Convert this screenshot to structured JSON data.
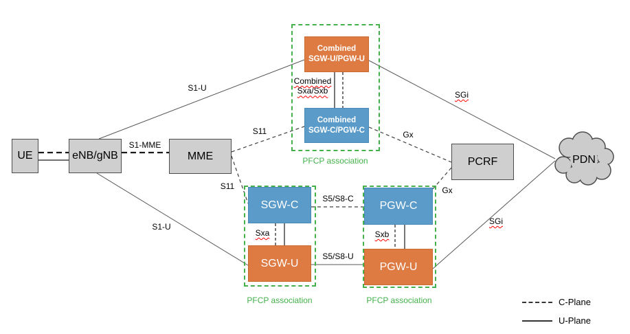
{
  "nodes": {
    "ue": "UE",
    "enb": "eNB/gNB",
    "mme": "MME",
    "combined_u": [
      "Combined",
      "SGW-U/PGW-U"
    ],
    "combined_c": [
      "Combined",
      "SGW-C/PGW-C"
    ],
    "sgw_c": "SGW-C",
    "sgw_u": "SGW-U",
    "pgw_c": "PGW-C",
    "pgw_u": "PGW-U",
    "pcrf": "PCRF",
    "pdn": "PDN"
  },
  "interfaces": {
    "s1_mme": "S1-MME",
    "s1_u_top": "S1-U",
    "s1_u_bottom": "S1-U",
    "s11_top": "S11",
    "s11_bottom": "S11",
    "combined_sx_line1": "Combined",
    "combined_sx_line2": "Sxa/Sxb",
    "sxa": "Sxa",
    "sxb": "Sxb",
    "s5_s8_c": "S5/S8-C",
    "s5_s8_u": "S5/S8-U",
    "gx_top": "Gx",
    "gx_bottom": "Gx",
    "sgi_top": "SGi",
    "sgi_bottom": "SGi"
  },
  "groups": {
    "combined_label": "PFCP association",
    "sgw_label": "PFCP association",
    "pgw_label": "PFCP association"
  },
  "legend": {
    "c_plane": "C-Plane",
    "u_plane": "U-Plane"
  },
  "colors": {
    "node_gray": "#cfcfcf",
    "node_orange": "#de7b43",
    "node_blue": "#5b9bc9",
    "pfcp_green": "#43b04a",
    "line_gray": "#595959",
    "spellcheck_red": "#ff0000"
  }
}
